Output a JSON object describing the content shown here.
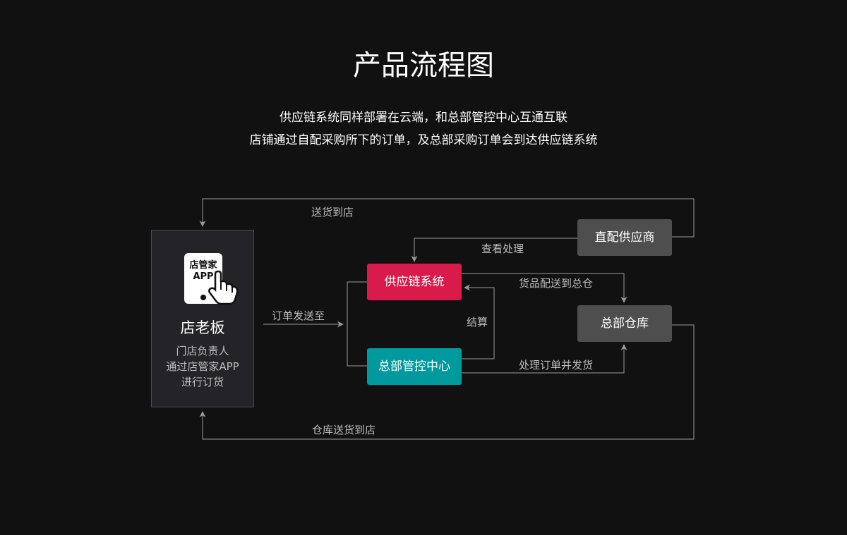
{
  "header": {
    "title": "产品流程图",
    "subtitle_line1": "供应链系统同样部署在云端，和总部管控中心互通互联",
    "subtitle_line2": "店铺通过自配采购所下的订单，及总部采购订单会到达供应链系统"
  },
  "owner": {
    "app_label_line1": "店管家",
    "app_label_line2": "APP",
    "icon": "phone-hand-icon",
    "title": "店老板",
    "desc_line1": "门店负责人",
    "desc_line2": "通过店管家APP",
    "desc_line3": "进行订货"
  },
  "nodes": {
    "direct_supplier": {
      "label": "直配供应商",
      "color": "#4e4e4e"
    },
    "supply_chain": {
      "label": "供应链系统",
      "color": "#d81b4a"
    },
    "hq_control": {
      "label": "总部管控中心",
      "color": "#00999e"
    },
    "hq_warehouse": {
      "label": "总部仓库",
      "color": "#4e4e4e"
    }
  },
  "edges": {
    "deliver_to_store": "送货到店",
    "view_process": "查看处理",
    "goods_to_warehouse": "货品配送到总仓",
    "order_sent_to": "订单发送至",
    "settlement": "结算",
    "process_order_ship": "处理订单并发货",
    "warehouse_deliver_to_store": "仓库送货到店"
  },
  "colors": {
    "background": "#111111",
    "line": "#9a9a9a"
  }
}
